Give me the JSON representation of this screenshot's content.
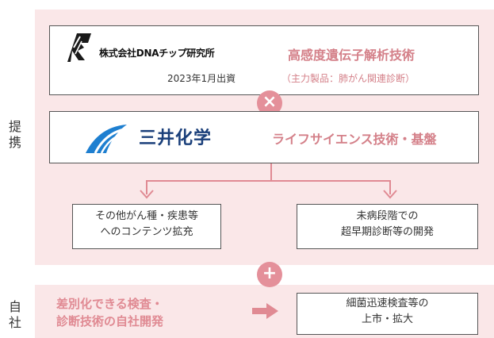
{
  "side_labels": {
    "partnership": [
      "提",
      "携"
    ],
    "inhouse": [
      "自",
      "社"
    ]
  },
  "dna_chip": {
    "company": "株式会社DNAチップ研究所",
    "investment": "2023年1月出資",
    "tech_title": "高感度遺伝子解析技術",
    "tech_subtitle": "（主力製品：肺がん関連診断）"
  },
  "combine_symbol": "×",
  "mitsui": {
    "company": "三井化学",
    "tech_title": "ライフサイエンス技術・基盤"
  },
  "outcomes": {
    "left": [
      "その他がん種・疾患等",
      "へのコンテンツ拡充"
    ],
    "right": [
      "未病段階での",
      "超早期診断等の開発"
    ]
  },
  "plus_symbol": "+",
  "inhouse": {
    "text": [
      "差別化できる検査・",
      "診断技術の自社開発"
    ],
    "result": [
      "細菌迅速検査等の",
      "上市・拡大"
    ]
  },
  "colors": {
    "panel": "#fae7e8",
    "accent": "#e08a93",
    "circle": "#e4909a",
    "brand_navy": "#1a3f7a",
    "brand_blue": "#1e7fd0"
  }
}
